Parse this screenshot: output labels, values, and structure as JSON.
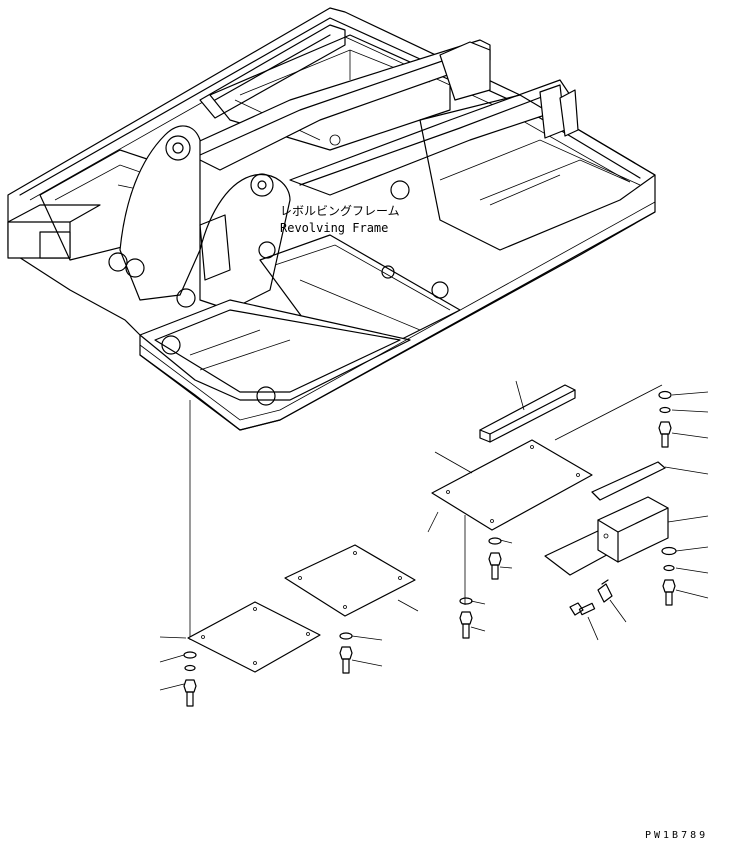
{
  "diagram": {
    "label_japanese": "レボルビングフレーム",
    "label_english": "Revolving Frame",
    "drawing_id": "PW1B789"
  }
}
